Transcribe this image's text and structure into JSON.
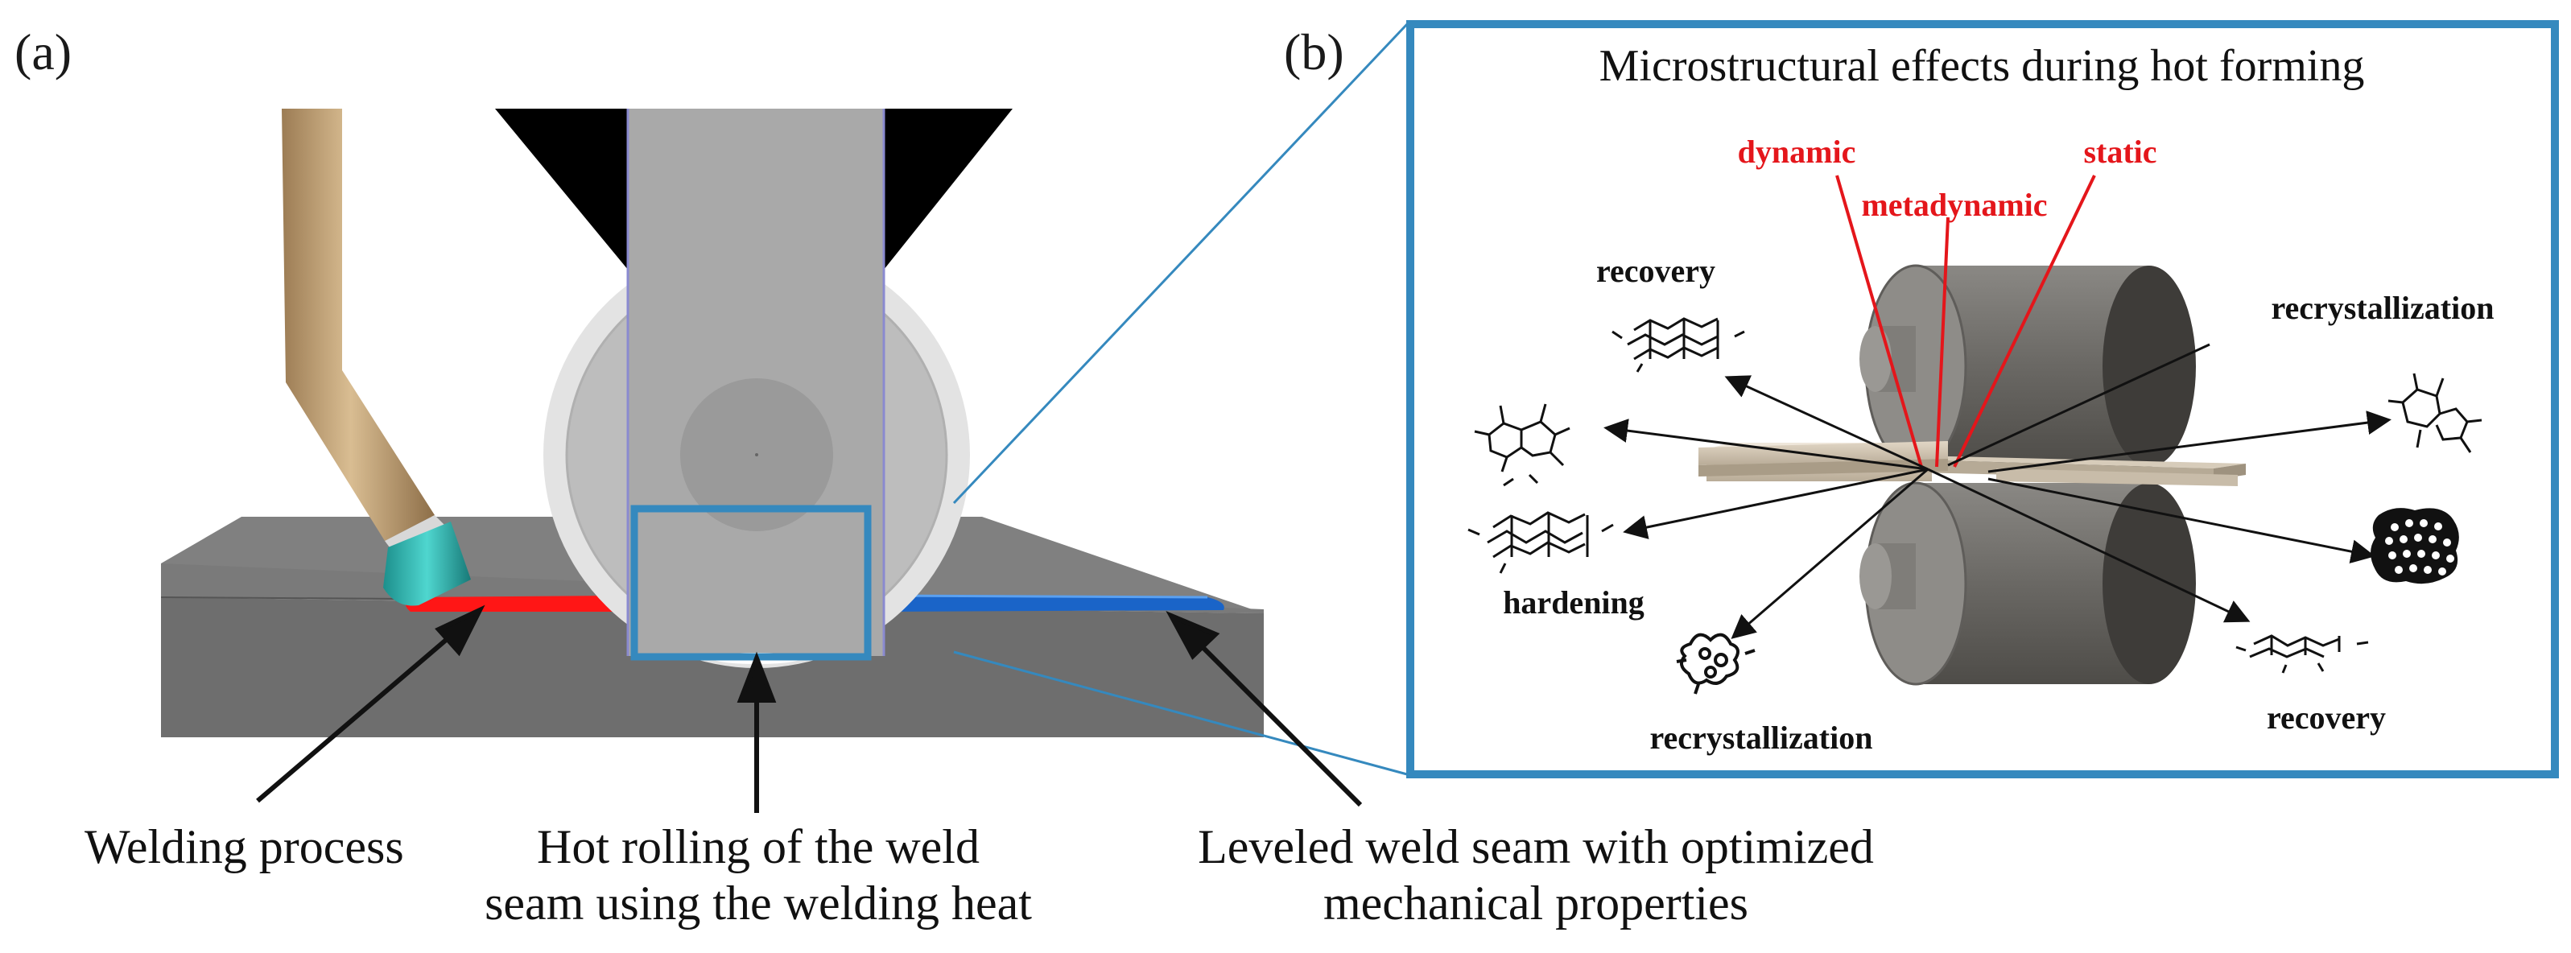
{
  "panel_a": {
    "letter": "(a)",
    "captions": {
      "welding": "Welding process",
      "hot_rolling_line1": "Hot rolling of the weld",
      "hot_rolling_line2": "seam using the welding heat",
      "leveled_line1": "Leveled weld seam with optimized",
      "leveled_line2": "mechanical properties"
    }
  },
  "panel_b": {
    "letter": "(b)",
    "title": "Microstructural effects during hot forming",
    "labels": {
      "dynamic": "dynamic",
      "metadynamic": "metadynamic",
      "static": "static",
      "recovery_top_left": "recovery",
      "recrystallization_top_right": "recrystallization",
      "hardening": "hardening",
      "recrystallization_bottom": "recrystallization",
      "recovery_bottom_right": "recovery"
    }
  },
  "colors": {
    "accent_blue": "#3589be",
    "weld_red": "#ff1616",
    "weld_blue": "#1a64c8",
    "label_red": "#e4161b",
    "plate_gray": "#6e6e6e",
    "torch_tan": "#c8a878",
    "nozzle_teal": "#28b4b0"
  }
}
